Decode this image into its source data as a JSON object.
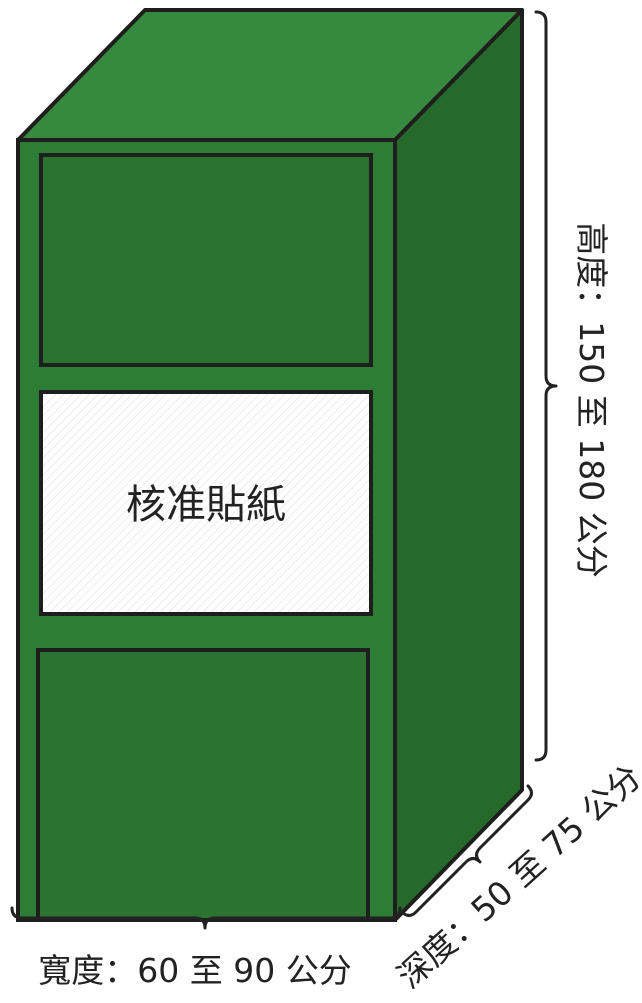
{
  "diagram": {
    "sticker_label": "核准貼紙",
    "height_label": "高度：150 至 180 公分",
    "width_label": "寬度：60 至 90 公分",
    "depth_label": "深度：50 至 75 公分"
  },
  "colors": {
    "front": "#2e7d34",
    "side": "#256a2b",
    "top": "#378a3d",
    "panel": "#2a7330",
    "outline": "#1e1e1e",
    "sticker": "#ffffff",
    "sticker_hatch": "#d9d9d9"
  }
}
